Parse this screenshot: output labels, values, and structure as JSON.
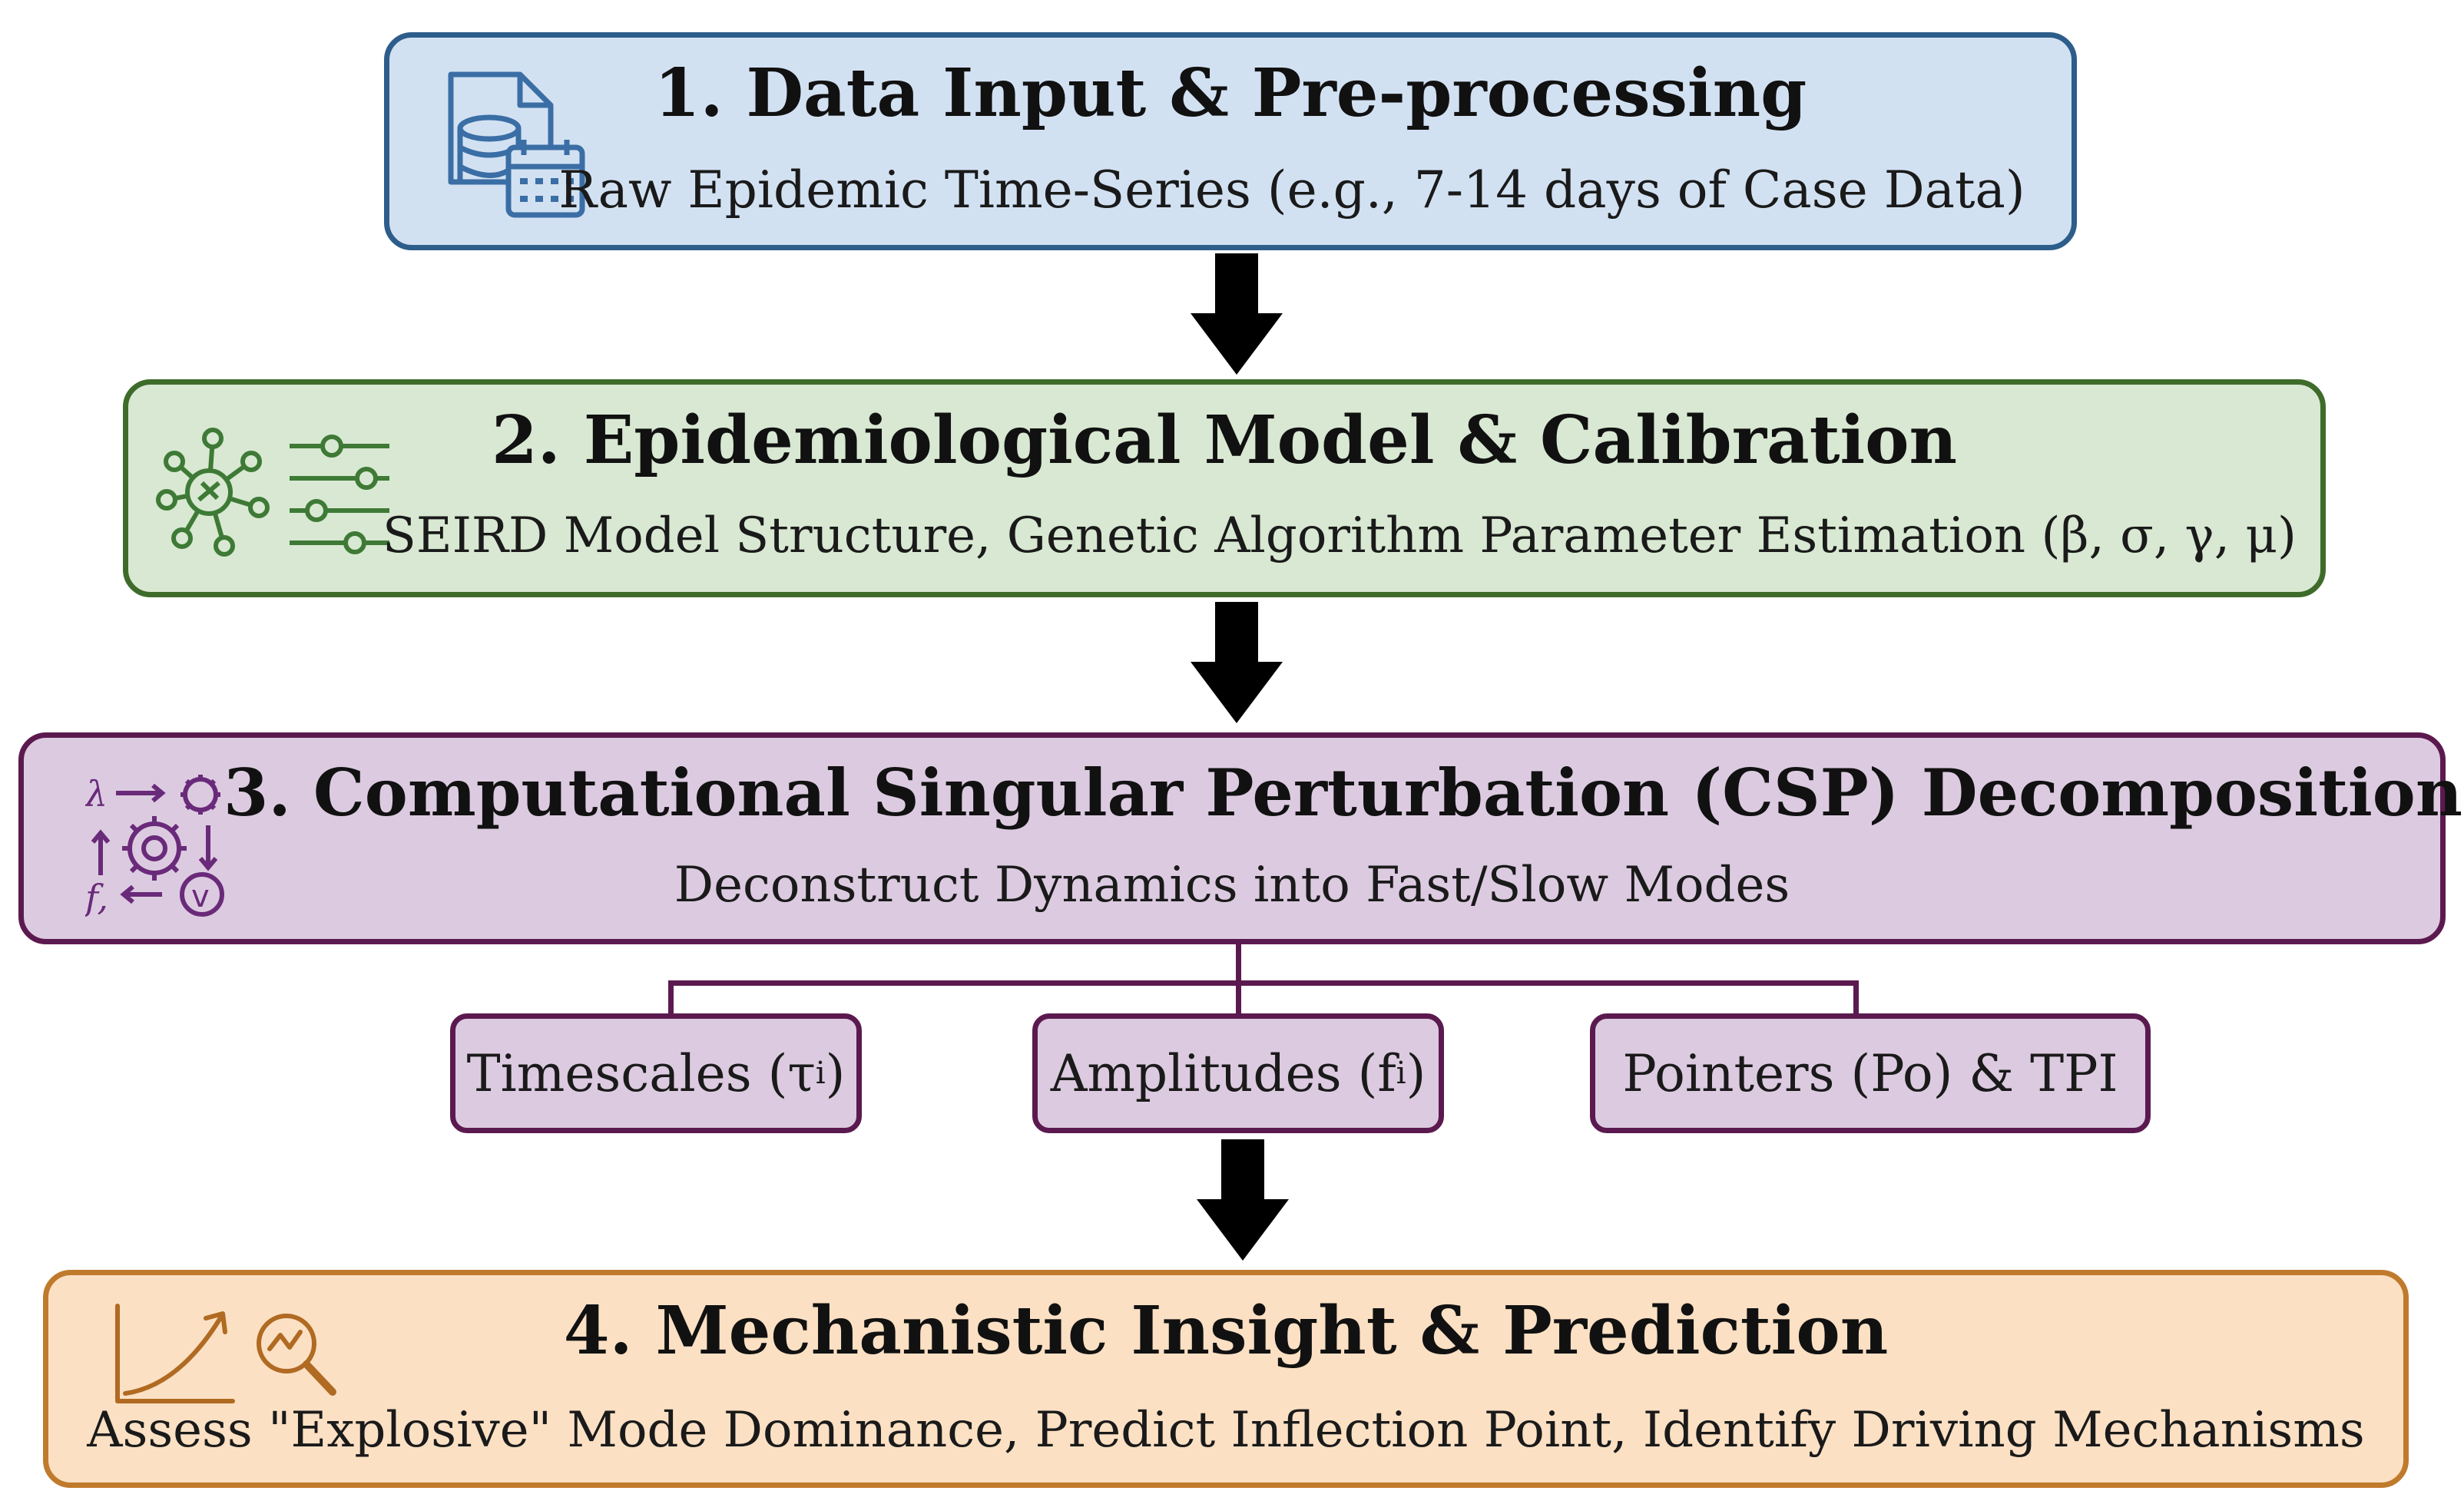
{
  "stages": [
    {
      "title": "1. Data Input & Pre-processing",
      "subtitle": "Raw Epidemic Time-Series (e.g., 7-14 days of Case Data)",
      "icon": "database-calendar-icon"
    },
    {
      "title": "2. Epidemiological Model & Calibration",
      "subtitle": "SEIRD Model Structure, Genetic Algorithm Parameter Estimation (β, σ, γ, μ)",
      "icon": "network-sliders-icon"
    },
    {
      "title": "3. Computational Singular Perturbation (CSP) Decomposition",
      "subtitle": "Deconstruct Dynamics into Fast/Slow Modes",
      "icon": "gears-math-icon"
    },
    {
      "title": "4. Mechanistic Insight & Prediction",
      "subtitle": "Assess \"Explosive\" Mode Dominance, Predict Inflection Point, Identify Driving Mechanisms",
      "icon": "growth-chart-magnifier-icon"
    }
  ],
  "csp_outputs": [
    {
      "label": "Timescales (τ",
      "sub": "i",
      "close": ")"
    },
    {
      "label": "Amplitudes (f",
      "sup": "i",
      "close": ")"
    },
    {
      "label": "Pointers (Po) & TPI"
    }
  ],
  "colors": {
    "stage1_fill": "#d2e1f2",
    "stage1_border": "#2d5d8a",
    "stage2_fill": "#d8e8d2",
    "stage2_border": "#3e6b2a",
    "stage3_fill": "#dccbe0",
    "stage3_border": "#5b1a4f",
    "stage4_fill": "#fbe0c4",
    "stage4_border": "#c07a2c",
    "arrow": "#000000"
  }
}
